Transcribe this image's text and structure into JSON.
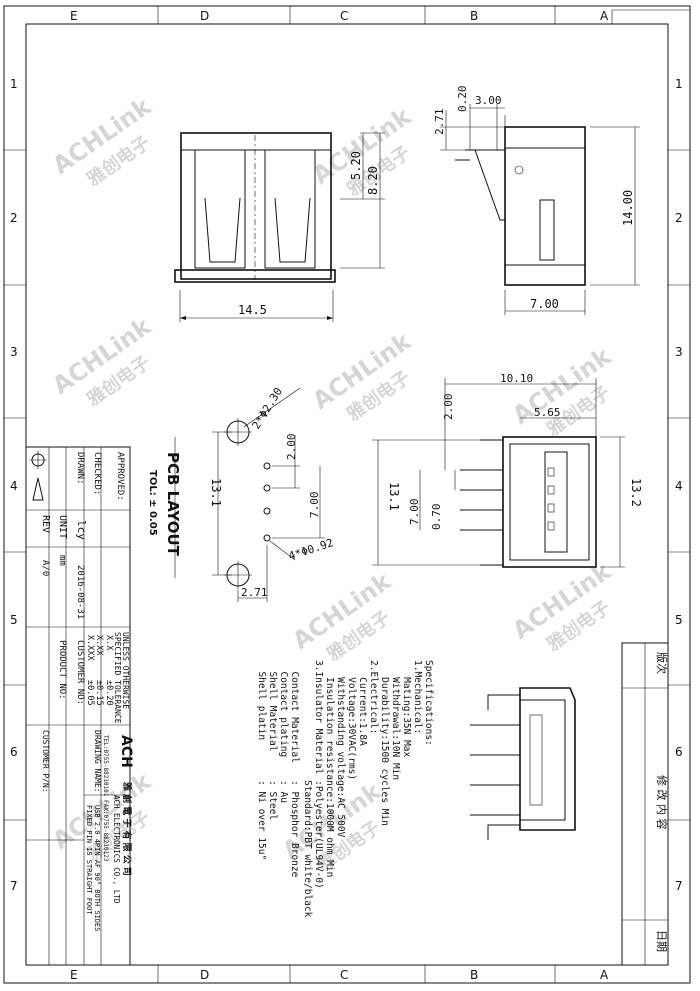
{
  "border": {
    "top_letters": [
      "E",
      "D",
      "C",
      "B",
      "A"
    ],
    "bottom_letters": [
      "E",
      "D",
      "C",
      "B",
      "A"
    ],
    "side_numbers": [
      "1",
      "2",
      "3",
      "4",
      "5",
      "6",
      "7"
    ]
  },
  "watermark": {
    "brand": "ACHLink",
    "cn": "雅创电子"
  },
  "dims_top": {
    "d145": "14.5",
    "d520": "5.20",
    "d820": "8.20"
  },
  "dims_side": {
    "d020": "0.20",
    "d300": "3.00",
    "d271": "2.71",
    "d1400": "14.00",
    "d700": "7.00"
  },
  "pcb": {
    "title": "PCB LAYOUT",
    "tol": "TOL: ± 0.05",
    "d2x230": "2*Φ2.30",
    "d200": "2.00",
    "d700": "7.00",
    "d131": "13.1",
    "d4x092": "4*Φ0.92",
    "d271": "2.71"
  },
  "front": {
    "d1010": "10.10",
    "d565": "5.65",
    "d200": "2.00",
    "d700": "7.00",
    "d070": "0.70",
    "d131": "13.1",
    "d132": "13.2"
  },
  "specs": [
    "Specifications:",
    "1.Mechanical:",
    "   Mating:35N Max",
    "   Withdrawal:10N Min",
    "   Durability:1500 cycles Min",
    "2.Electrical:",
    "   Current:1.8A",
    "   Voltage:30VAC(rms)",
    "   Withstanding voltage:AC 500V",
    "   Insulation resistance:1000M ohm Min",
    "3.Insulator Material :Polyester(UL94V-0)",
    "                     Standard:PBT white/black",
    "  Contact Material   : Phosphor Bronze",
    "  Contact plating    : Au",
    "  Shell Material     : Steel",
    "  Shell platin       : Ni over 15u\""
  ],
  "revision": {
    "col1": "版次",
    "col2": "修 改 内 容",
    "col3": "日期"
  },
  "title_block": {
    "approved": "APPROVED:",
    "checked": "CHECKED:",
    "drawn": "DRAWN:",
    "drawn_by": "lcy",
    "drawn_date": "2016-08-31",
    "unit": "UNIT",
    "unit_val": "mm",
    "rev": "REV",
    "rev_val": "A/0",
    "tol_head1": "UNLESS OTHERWISE",
    "tol_head2": "SPECIFIED TOLERANCE",
    "tol_rows": [
      [
        "X.X",
        "±0.20"
      ],
      [
        "X.XX",
        "±0.15"
      ],
      [
        "X.XXX",
        "±0.05"
      ]
    ],
    "customer_no": "CUSTOMER NO:",
    "product_no": "PRODUCT NO:",
    "customer_pn": "CUSTOMER P/N:",
    "drawing_name": "DRAWING NAME:",
    "logo": "ACH",
    "company_cn": "雅 創 電 子 有 限 公 司",
    "company_en": "ACH ELECTRONICS CO., LTD",
    "tel": "TEL:0755-88210101 FAX:0755-88210123",
    "product_desc1": "USB 2.0 4PIN AF 90° BOTH SIDES",
    "product_desc2": "FIXED PIN IS STRAIGHT FOOT"
  }
}
